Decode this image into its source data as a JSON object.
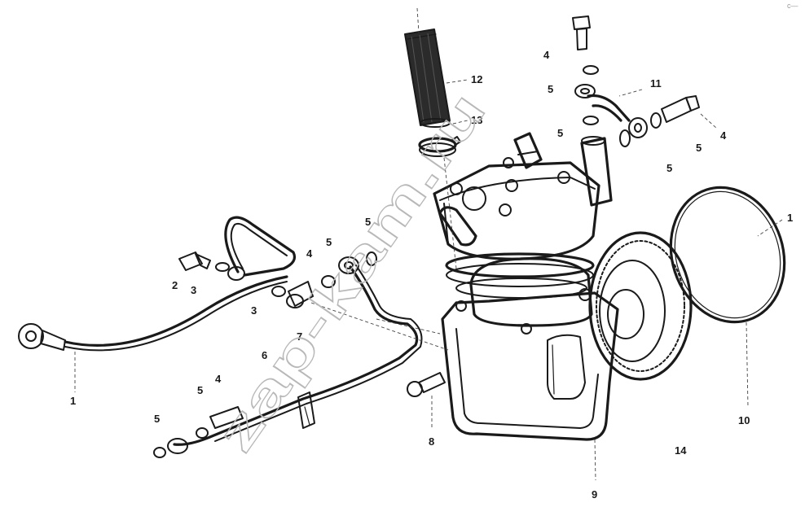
{
  "watermark": "zap-kam.ru",
  "corner_mark": "c—",
  "callouts": {
    "c1_left": "1",
    "c1_right": "1",
    "c2": "2",
    "c3_a": "3",
    "c3_b": "3",
    "c4_top": "4",
    "c4_mid": "4",
    "c4_right": "4",
    "c4_low": "4",
    "c5_a": "5",
    "c5_b": "5",
    "c5_c": "5",
    "c5_d": "5",
    "c5_e": "5",
    "c5_f": "5",
    "c5_g": "5",
    "c5_h": "5",
    "c6": "6",
    "c7": "7",
    "c8": "8",
    "c9": "9",
    "c10": "10",
    "c11": "11",
    "c12": "12",
    "c13": "13",
    "c14": "14"
  }
}
